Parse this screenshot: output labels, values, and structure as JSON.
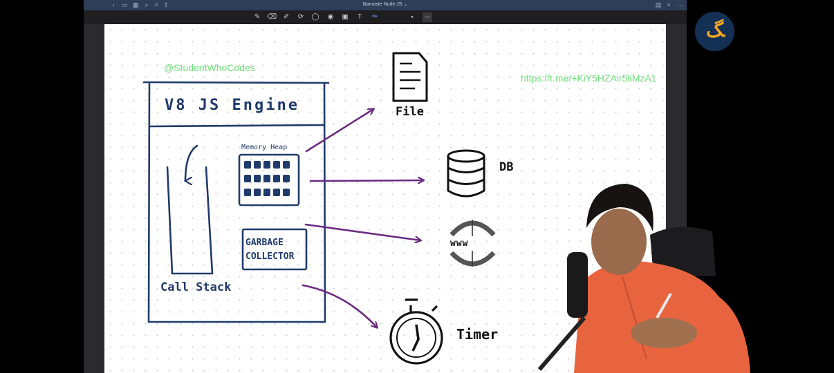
{
  "window": {
    "title": "Namaste Node JS",
    "title_suffix": "⌄"
  },
  "toolbar": {
    "tools": [
      "pen-icon",
      "eraser-icon",
      "highlighter-icon",
      "lasso-icon",
      "shape-icon",
      "laser-icon",
      "image-icon",
      "text-icon",
      "eyedropper-icon"
    ]
  },
  "watermarks": {
    "handle": "@StudentWhoCodes",
    "link": "https://t.me/+KiY5HZAir5liMzA1"
  },
  "diagram": {
    "engine_title": "V8 JS Engine",
    "memory_heap_label": "Memory Heap",
    "gc_line1": "GARBAGE",
    "gc_line2": "COLLECTOR",
    "call_stack_label": "Call Stack",
    "file_label": "File",
    "db_label": "DB",
    "www_label": "www",
    "timer_label": "Timer"
  },
  "colors": {
    "ink": "#1f3a6b",
    "arrow": "#6b2a82",
    "watermark": "#6ee07a",
    "titlebar": "#2f3e57",
    "presenter_shirt": "#e8643f"
  }
}
